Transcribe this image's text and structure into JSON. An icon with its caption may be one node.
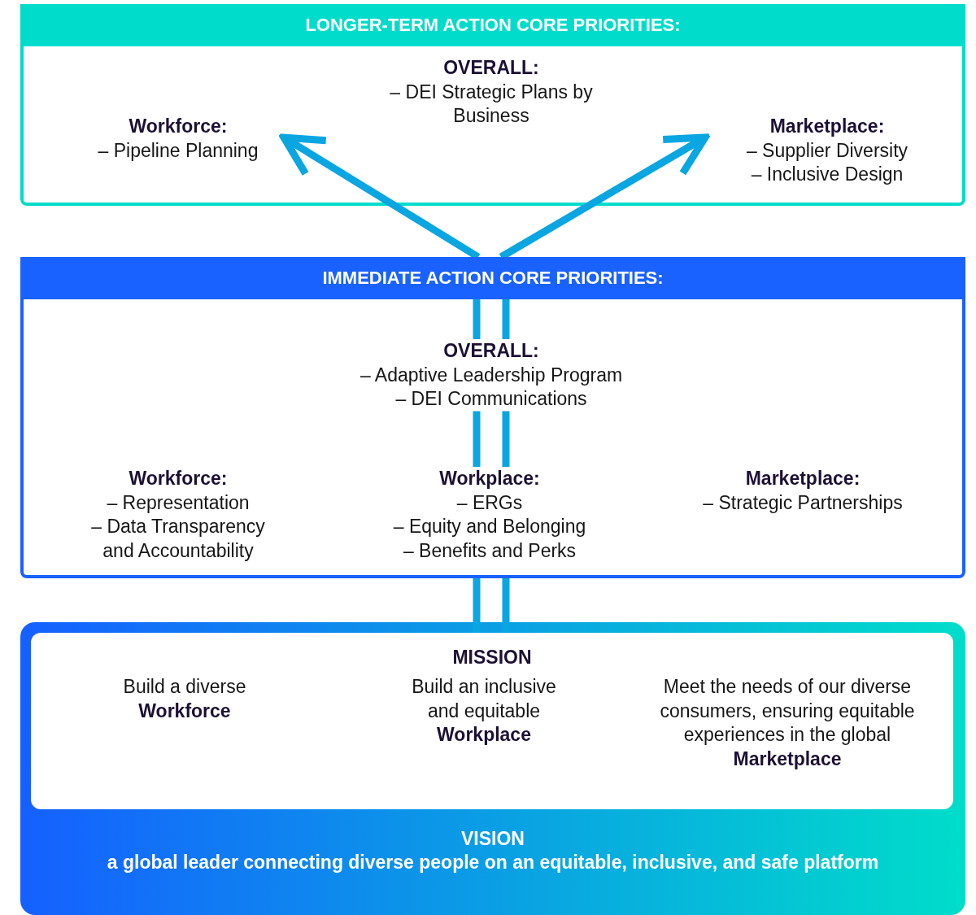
{
  "diagram": {
    "nodes": [
      {
        "text": [
          "LONGER-TERM ACTION CORE PRIORITIES:"
        ]
      },
      {
        "text": [
          "OVERALL:",
          "– DEI Strategic Plans by Business"
        ],
        "in": 0
      },
      {
        "text": [
          "Workforce:",
          "– Pipeline Planning"
        ],
        "in": 0
      },
      {
        "text": [
          "Marketplace:",
          "– Supplier Diversity",
          "– Inclusive Design"
        ],
        "in": 0
      },
      {
        "text": [
          "IMMEDIATE ACTION CORE PRIORITIES:"
        ]
      },
      {
        "text": [
          "OVERALL:",
          "– Adaptive Leadership Program",
          "– DEI Communications"
        ],
        "in": 4
      },
      {
        "text": [
          "Workforce:",
          "– Representation",
          "– Data Transparency and Accountability"
        ],
        "in": 4
      },
      {
        "text": [
          "Workplace:",
          "– ERGs",
          "– Equity and Belonging",
          "– Benefits and Perks"
        ],
        "in": 4
      },
      {
        "text": [
          "Marketplace:",
          "– Strategic Partnerships"
        ],
        "in": 4
      },
      {
        "text": [
          "VISION",
          "a global leader connecting diverse people on an equitable, inclusive, and safe platform"
        ]
      },
      {
        "text": [
          "MISSION"
        ],
        "in": 9
      },
      {
        "text": [
          "Build a diverse **Workforce**"
        ],
        "in": 10
      },
      {
        "text": [
          "Build an inclusive and equitable **Workplace**"
        ],
        "in": 10
      },
      {
        "text": [
          "Meet the needs of our diverse consumers, ensuring equitable experiences in the global **Marketplace**"
        ],
        "in": 10
      }
    ],
    "edges": [
      {
        "from": 4,
        "to": 2,
        "arrow": "to"
      },
      {
        "from": 4,
        "to": 3,
        "arrow": "to"
      },
      {
        "from": 5,
        "to": 4,
        "arrow": "none"
      },
      {
        "from": 7,
        "to": 5,
        "arrow": "none"
      },
      {
        "from": 10,
        "to": 4,
        "arrow": "none"
      }
    ]
  }
}
